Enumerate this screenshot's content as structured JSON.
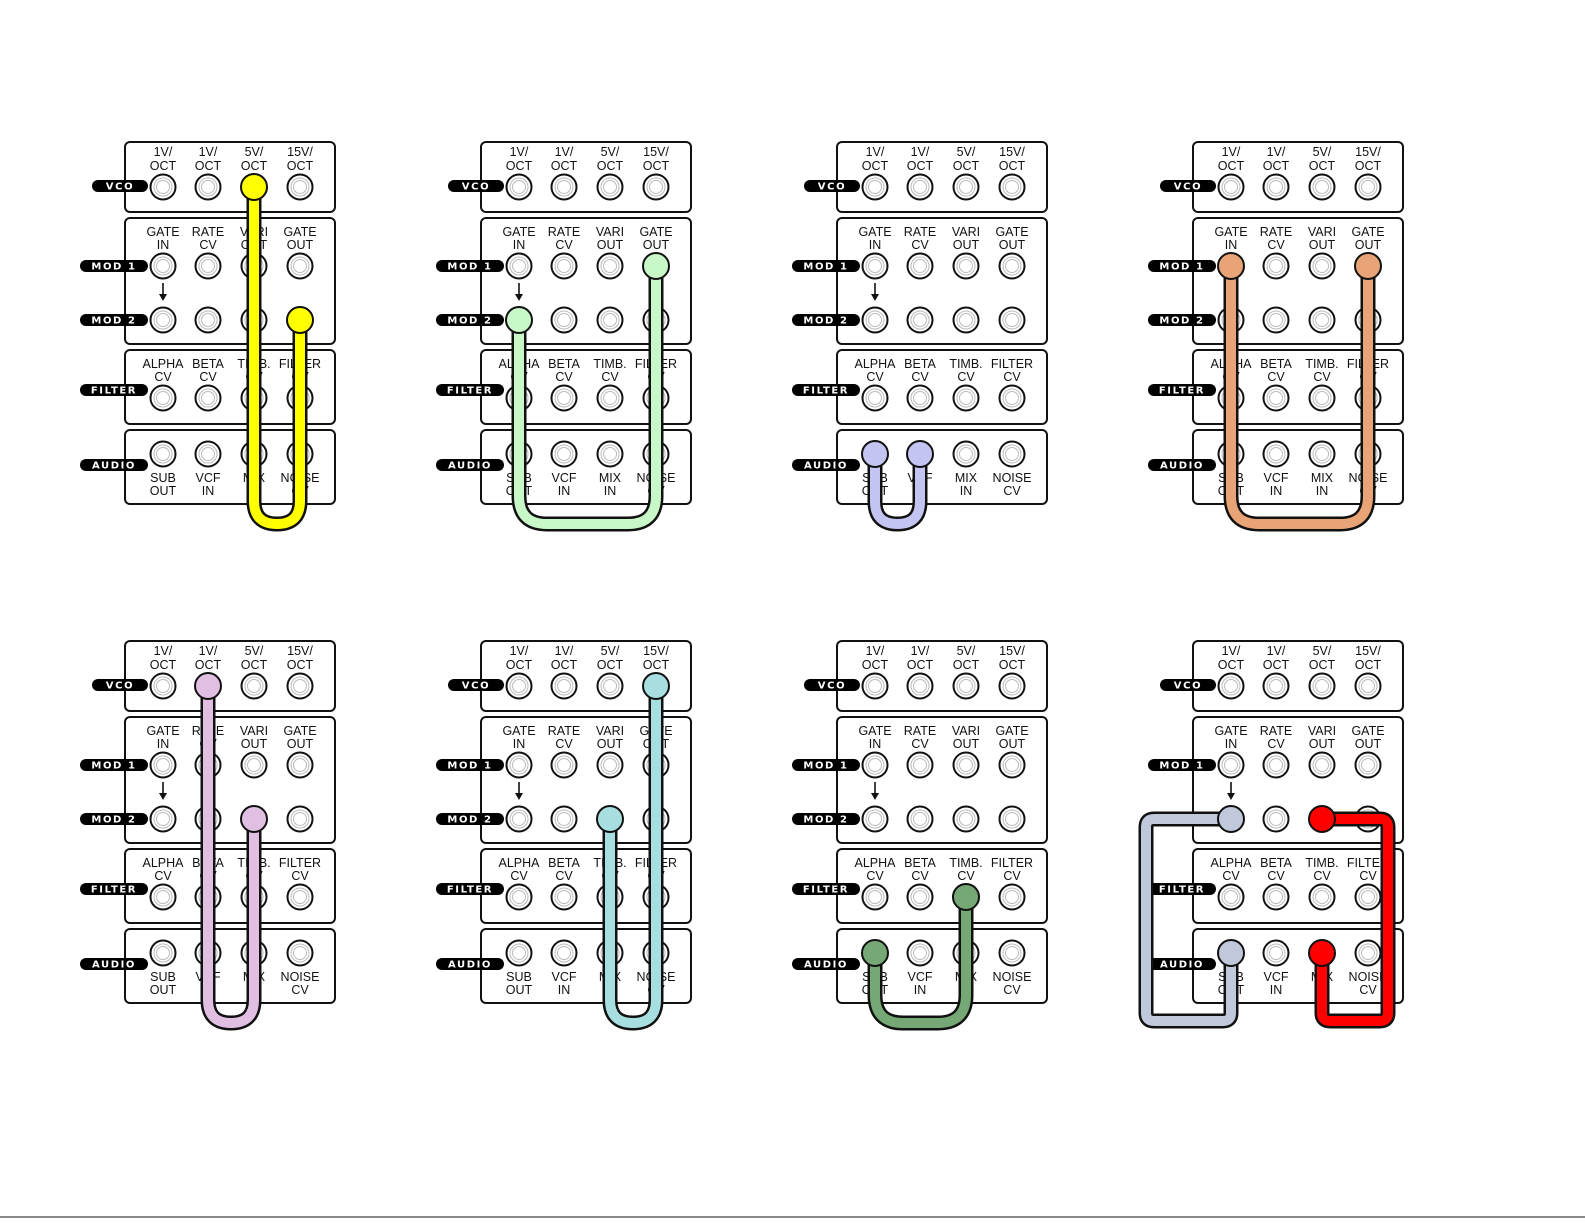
{
  "sections": {
    "vco": "VCO",
    "mod1": "MOD 1",
    "mod2": "MOD 2",
    "filter": "FILTER",
    "audio": "AUDIO"
  },
  "jack_labels": {
    "vco": [
      [
        "1V/",
        "OCT"
      ],
      [
        "1V/",
        "OCT"
      ],
      [
        "5V/",
        "OCT"
      ],
      [
        "15V/",
        "OCT"
      ]
    ],
    "mod1": [
      [
        "GATE",
        "IN"
      ],
      [
        "RATE",
        "CV"
      ],
      [
        "VARI",
        "OUT"
      ],
      [
        "GATE",
        "OUT"
      ]
    ],
    "filter": [
      [
        "ALPHA",
        "CV"
      ],
      [
        "BETA",
        "CV"
      ],
      [
        "TIMB.",
        "CV"
      ],
      [
        "FILTER",
        "CV"
      ]
    ],
    "audio": [
      [
        "SUB",
        "OUT"
      ],
      [
        "VCF",
        "IN"
      ],
      [
        "MIX",
        "IN"
      ],
      [
        "NOISE",
        "CV"
      ]
    ]
  },
  "patches": [
    {
      "cables": [
        {
          "color": "#ffff00",
          "from": {
            "row": "vco",
            "col": 2
          },
          "to": {
            "row": "mod2",
            "col": 3
          }
        }
      ]
    },
    {
      "cables": [
        {
          "color": "#c8f7c8",
          "from": {
            "row": "mod2",
            "col": 0
          },
          "to": {
            "row": "mod1",
            "col": 3
          }
        }
      ]
    },
    {
      "cables": [
        {
          "color": "#c4c4f3",
          "from": {
            "row": "audio",
            "col": 0
          },
          "to": {
            "row": "audio",
            "col": 1
          }
        }
      ]
    },
    {
      "cables": [
        {
          "color": "#e8a477",
          "from": {
            "row": "mod1",
            "col": 0
          },
          "to": {
            "row": "mod1",
            "col": 3
          }
        }
      ]
    },
    {
      "cables": [
        {
          "color": "#e1bfe2",
          "from": {
            "row": "vco",
            "col": 1
          },
          "to": {
            "row": "mod2",
            "col": 2
          }
        }
      ]
    },
    {
      "cables": [
        {
          "color": "#a7dfe0",
          "from": {
            "row": "mod2",
            "col": 2
          },
          "to": {
            "row": "vco",
            "col": 3
          }
        }
      ]
    },
    {
      "cables": [
        {
          "color": "#75a874",
          "from": {
            "row": "audio",
            "col": 0
          },
          "to": {
            "row": "filter",
            "col": 2
          }
        }
      ]
    },
    {
      "cables": [
        {
          "color": "#c0c8dc",
          "from": {
            "row": "mod2",
            "col": 0
          },
          "to": {
            "row": "audio",
            "col": 0
          },
          "route": "left"
        },
        {
          "color": "#ff0000",
          "from": {
            "row": "mod2",
            "col": 2
          },
          "to": {
            "row": "audio",
            "col": 2
          },
          "route": "right"
        }
      ]
    }
  ]
}
